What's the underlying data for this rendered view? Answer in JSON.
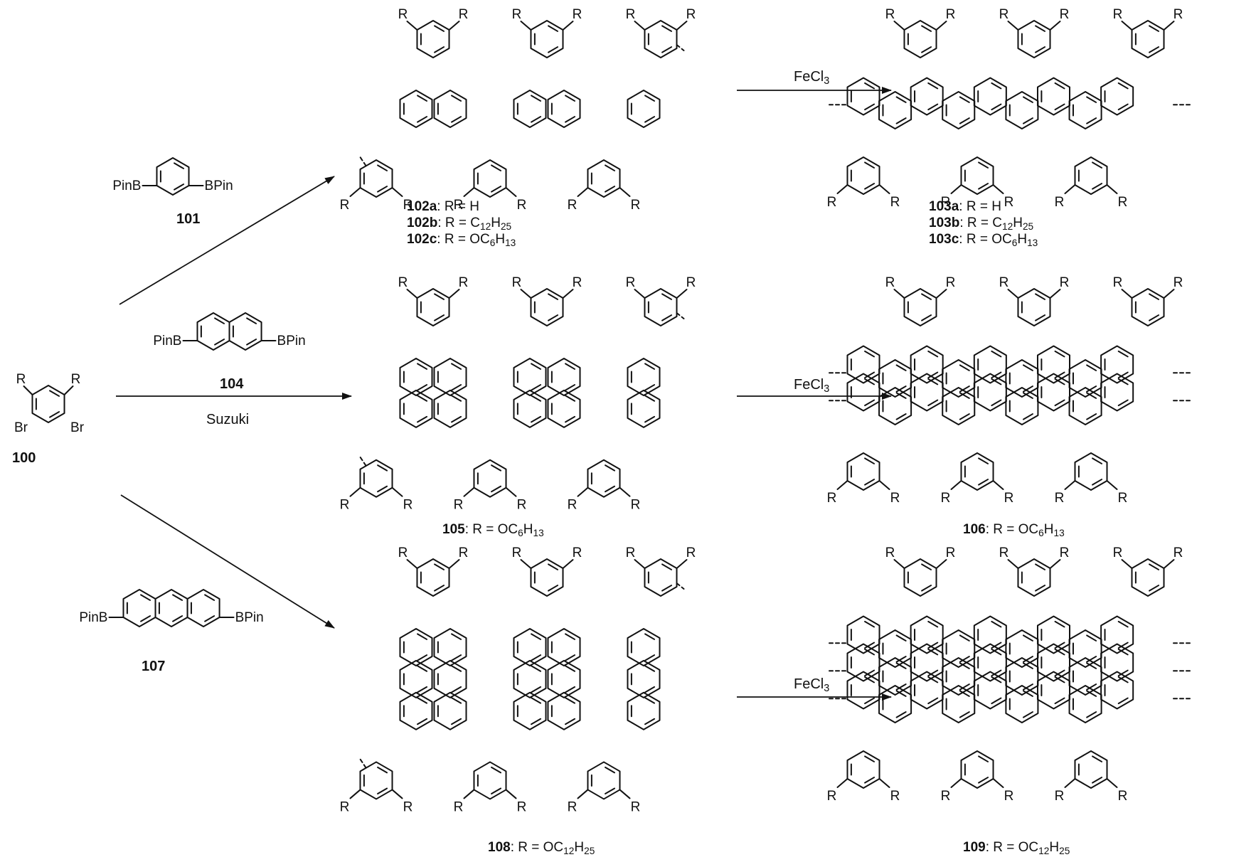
{
  "reagents": {
    "step1": "FeCl",
    "step1_sub": "3",
    "coupling": "Suzuki"
  },
  "atom_labels": {
    "r": "R",
    "br": "Br",
    "pinb": "PinB",
    "bpin": "BPin"
  },
  "compounds": {
    "c100": "100",
    "c101": "101",
    "c104": "104",
    "c107": "107",
    "c102a": "102a",
    "c102b": "102b",
    "c102c": "102c",
    "c103a": "103a",
    "c103b": "103b",
    "c103c": "103c",
    "c105": "105",
    "c106": "106",
    "c108": "108",
    "c109": "109"
  },
  "definitions": {
    "sep": ": R = ",
    "h": "H",
    "c12h25_c": "C",
    "c12h25_n1": "12",
    "c12h25_h": "H",
    "c12h25_n2": "25",
    "oc6h13_o": "OC",
    "oc6h13_n1": "6",
    "oc6h13_h": "H",
    "oc6h13_n2": "13",
    "oc12h25_o": "OC",
    "oc12h25_n1": "12",
    "oc12h25_h": "H",
    "oc12h25_n2": "25"
  },
  "colors": {
    "ink": "#111111",
    "background": "#ffffff"
  }
}
